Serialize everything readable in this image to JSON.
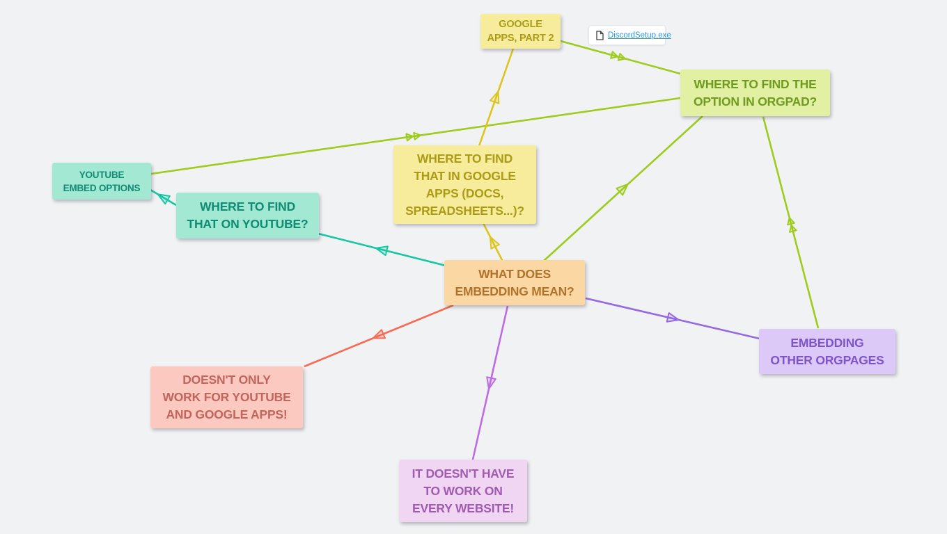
{
  "canvas": {
    "background": "#f1f2f4"
  },
  "nodes": [
    {
      "id": "google-apps-part2",
      "label": "GOOGLE\nAPPS, PART 2",
      "bg": "#f6ec9b",
      "fg": "#ab9b16"
    },
    {
      "id": "orgpad-option",
      "label": "WHERE TO FIND THE\nOPTION IN ORGPAD?",
      "bg": "#e1f0a3",
      "fg": "#6f9b1f"
    },
    {
      "id": "youtube-embed-options",
      "label": "YOUTUBE\nEMBED OPTIONS",
      "bg": "#a3e8d2",
      "fg": "#0f8c73"
    },
    {
      "id": "google-apps-where",
      "label": "WHERE TO FIND\nTHAT IN GOOGLE\nAPPS (DOCS,\nSPREADSHEETS...)?",
      "bg": "#f6ec9b",
      "fg": "#ab9b16"
    },
    {
      "id": "youtube-where",
      "label": "WHERE TO FIND\nTHAT ON YOUTUBE?",
      "bg": "#a3e8d2",
      "fg": "#0f8c73"
    },
    {
      "id": "what-does-embedding",
      "label": "WHAT DOES\nEMBEDDING MEAN?",
      "bg": "#fbd8a3",
      "fg": "#b1722b"
    },
    {
      "id": "embedding-other-orgpages",
      "label": "EMBEDDING\nOTHER ORGPAGES",
      "bg": "#ddc9f8",
      "fg": "#7e54ca"
    },
    {
      "id": "doesnt-only-work",
      "label": "DOESN'T ONLY\nWORK FOR YOUTUBE\nAND GOOGLE APPS!",
      "bg": "#fcc9c1",
      "fg": "#c2655c"
    },
    {
      "id": "every-website",
      "label": "IT DOESN'T HAVE\nTO WORK ON\nEVERY WEBSITE!",
      "bg": "#f1d6f3",
      "fg": "#a05bb0"
    }
  ],
  "attachment": {
    "filename": "DiscordSetup.exe",
    "link_color": "#2e97dc",
    "icon": "file-icon",
    "icon_color": "#3c4043"
  },
  "edges": [
    {
      "from": "youtube-embed-options",
      "to": "orgpad-option",
      "color": "#9fcb1d",
      "arrow": "double"
    },
    {
      "from": "google-apps-part2",
      "to": "orgpad-option",
      "color": "#9fcb1d",
      "arrow": "double"
    },
    {
      "from": "google-apps-where",
      "to": "google-apps-part2",
      "color": "#ddc51d",
      "arrow": "single"
    },
    {
      "from": "what-does-embedding",
      "to": "google-apps-where",
      "color": "#ddc51d",
      "arrow": "single"
    },
    {
      "from": "what-does-embedding",
      "to": "orgpad-option",
      "color": "#9fcb1d",
      "arrow": "single"
    },
    {
      "from": "what-does-embedding",
      "to": "youtube-where",
      "color": "#16c7a2",
      "arrow": "single"
    },
    {
      "from": "youtube-where",
      "to": "youtube-embed-options",
      "color": "#16c7a2",
      "arrow": "single"
    },
    {
      "from": "what-does-embedding",
      "to": "doesnt-only-work",
      "color": "#fa6a51",
      "arrow": "single"
    },
    {
      "from": "what-does-embedding",
      "to": "every-website",
      "color": "#bd6ce4",
      "arrow": "single"
    },
    {
      "from": "what-does-embedding",
      "to": "embedding-other-orgpages",
      "color": "#9569e2",
      "arrow": "single"
    },
    {
      "from": "embedding-other-orgpages",
      "to": "orgpad-option",
      "color": "#9fcb1d",
      "arrow": "double"
    }
  ]
}
